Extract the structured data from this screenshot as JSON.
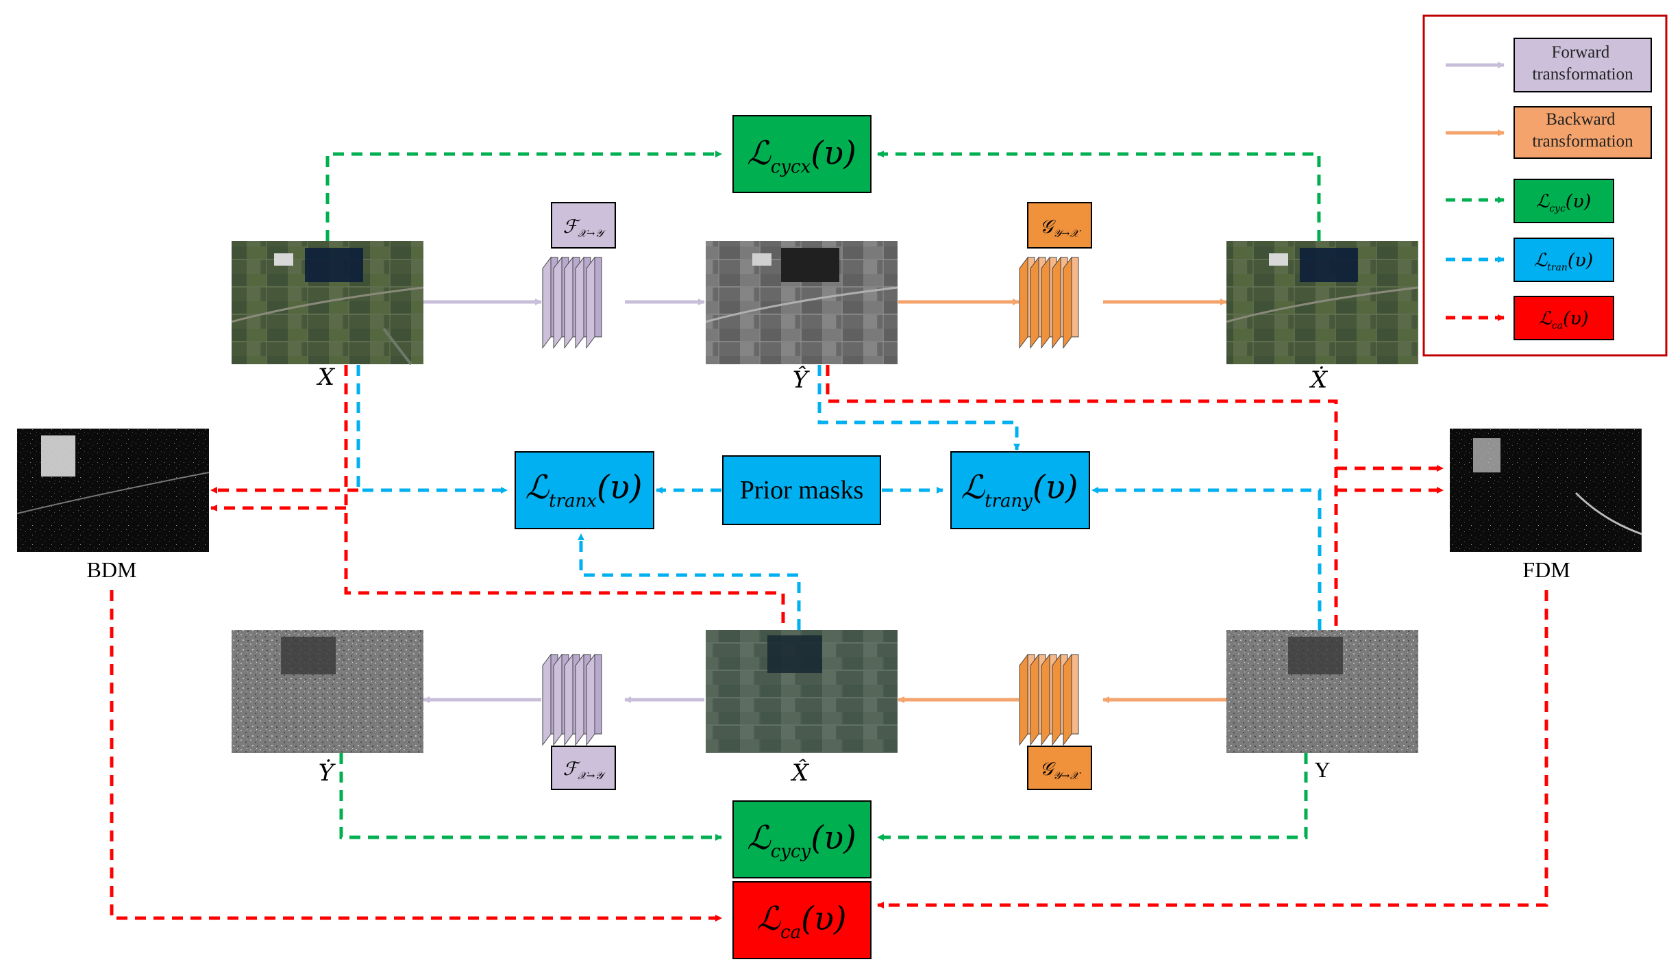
{
  "colors": {
    "forward": "#c7bfd9",
    "forward_box": "#ccc0da",
    "backward": "#f3a36b",
    "backward_box": "#f0913c",
    "cycle_green": "#00b050",
    "cycle_box": "#00b050",
    "tran_blue": "#00b0f0",
    "tran_box": "#00b0f0",
    "ca_red": "#ff0000",
    "ca_box": "#ff0000",
    "legend_border": "#c00000"
  },
  "legend": {
    "forward": "Forward\ntransformation",
    "backward": "Backward\ntransformation",
    "cyc": "ℒcyc(υ)",
    "tran": "ℒtran(υ)",
    "ca": "ℒca(υ)"
  },
  "losses": {
    "cycx": {
      "base": "ℒ",
      "sub": "cycx",
      "arg": "(υ)"
    },
    "cycy": {
      "base": "ℒ",
      "sub": "cycy",
      "arg": "(υ)"
    },
    "tranx": {
      "base": "ℒ",
      "sub": "tranx",
      "arg": "(υ)"
    },
    "trany": {
      "base": "ℒ",
      "sub": "trany",
      "arg": "(υ)"
    },
    "ca": {
      "base": "ℒ",
      "sub": "ca",
      "arg": "(υ)"
    },
    "prior": "Prior masks"
  },
  "networks": {
    "F": {
      "base": "ℱ",
      "sub": "𝒳→𝒴"
    },
    "G": {
      "base": "𝒢",
      "sub": "𝒴→𝒳"
    }
  },
  "images": {
    "X": "X",
    "Y_hat": "Ŷ",
    "X_dot": "Ẋ",
    "BDM": "BDM",
    "FDM": "FDM",
    "Y_dot": "Ẏ",
    "X_hat": "X̂",
    "Y": "Y"
  }
}
